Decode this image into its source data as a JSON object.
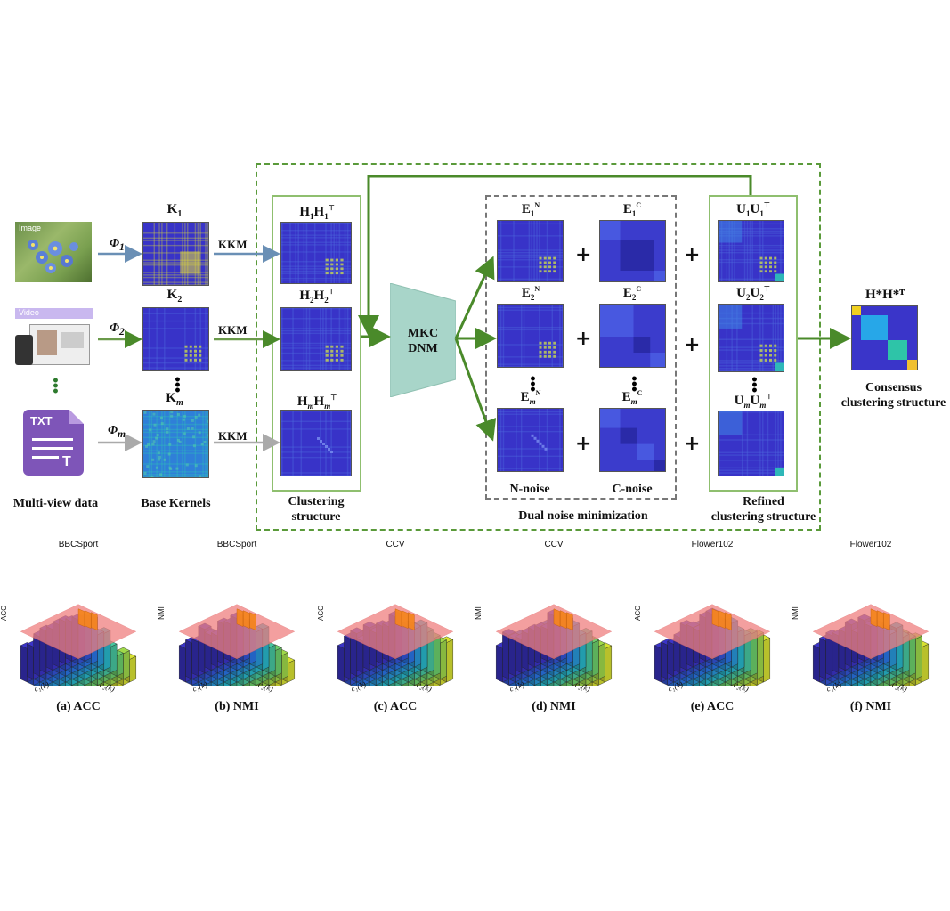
{
  "inputs": {
    "image_label": "Image",
    "video_label": "Video",
    "txt_label": "TXT",
    "txt_mark": "T",
    "caption": "Multi-view data"
  },
  "phi": [
    "Φ",
    "Φ",
    "Φ"
  ],
  "phi_subs": [
    "1",
    "2",
    "m"
  ],
  "kernels": {
    "labels": [
      "K",
      "K",
      "K"
    ],
    "subs": [
      "1",
      "2",
      "m"
    ],
    "caption": "Base Kernels"
  },
  "kkm": [
    "KKM",
    "KKM",
    "KKM"
  ],
  "clustering": {
    "labels": [
      "H",
      "H",
      "H"
    ],
    "caption_line1": "Clustering",
    "caption_line2": "structure"
  },
  "mkc": {
    "line1": "MKC",
    "line2": "DNM"
  },
  "noise": {
    "n_label": "E",
    "c_label": "E",
    "n_caption": "N-noise",
    "c_caption": "C-noise",
    "group_caption": "Dual noise minimization"
  },
  "refined": {
    "labels": [
      "U",
      "U",
      "U"
    ],
    "caption_line1": "Refined",
    "caption_line2": "clustering structure"
  },
  "consensus": {
    "label": "H*H*ᵀ",
    "caption_line1": "Consensus",
    "caption_line2": "clustering structure"
  },
  "subplots": [
    {
      "title": "BBCSport",
      "zlabel": "ACC",
      "caption": "(a) ACC"
    },
    {
      "title": "BBCSport",
      "zlabel": "NMI",
      "caption": "(b) NMI"
    },
    {
      "title": "CCV",
      "zlabel": "ACC",
      "caption": "(c) ACC"
    },
    {
      "title": "CCV",
      "zlabel": "NMI",
      "caption": "(d) NMI"
    },
    {
      "title": "Flower102",
      "zlabel": "ACC",
      "caption": "(e) ACC"
    },
    {
      "title": "Flower102",
      "zlabel": "NMI",
      "caption": "(f) NMI"
    }
  ],
  "axis_labels": {
    "c1": "c₁(k)",
    "c2": "c₂(k)"
  },
  "colors": {
    "arrow_green": "#4a8a2a",
    "box_green": "#8fbf6f",
    "matrix_blue": "#3a35c9",
    "mkc_fill": "#a8d5c9"
  }
}
